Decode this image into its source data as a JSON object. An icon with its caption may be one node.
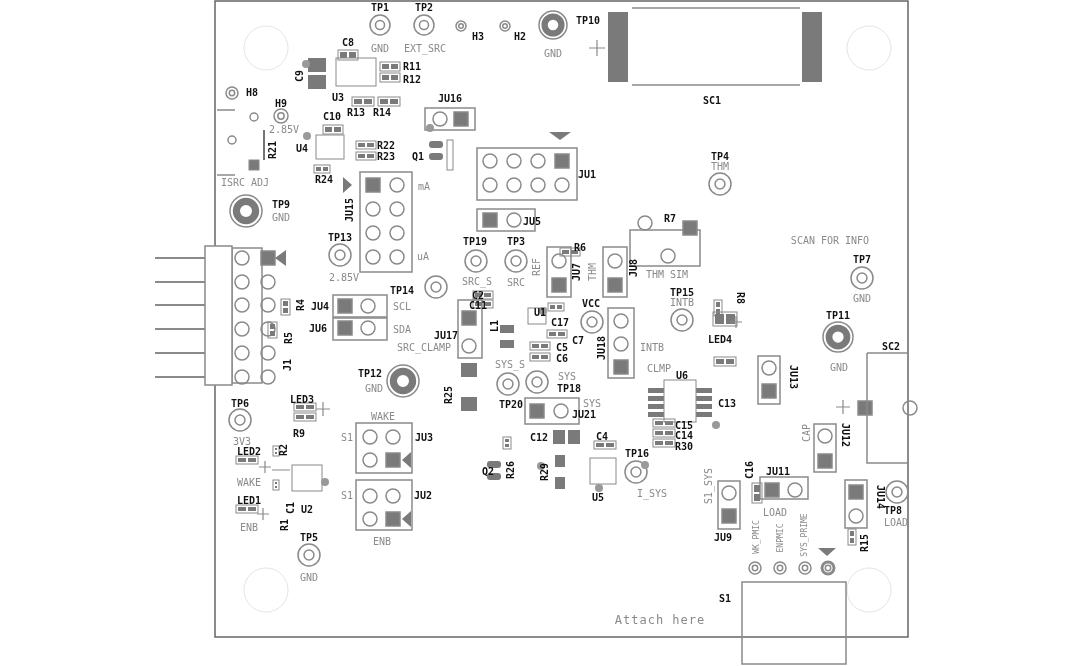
{
  "diagram": {
    "labels": [
      "TP1",
      "TP2",
      "TP10",
      "GND",
      "EXT_SRC",
      "H3",
      "H2",
      "GND",
      "C8",
      "C9",
      "R11",
      "R12",
      "U3",
      "R13",
      "R14",
      "JU16",
      "H8",
      "H9",
      "C10",
      "2.85V",
      "U4",
      "R22",
      "R23",
      "Q1",
      "R21",
      "ISRC ADJ",
      "R24",
      "mA",
      "JU15",
      "TP9",
      "GND",
      "JU1",
      "SC1",
      "TP4",
      "THM",
      "JU5",
      "R7",
      "TP13",
      "2.85V",
      "uA",
      "TP19",
      "TP3",
      "SCAN FOR INFO",
      "SRC_S",
      "SRC",
      "REF",
      "R6",
      "JU7",
      "THM",
      "JU8",
      "THM SIM",
      "TP7",
      "GND",
      "TP14",
      "SCL",
      "SDA",
      "JU4",
      "JU6",
      "R4",
      "R5",
      "J1",
      "C2",
      "C11",
      "U1",
      "VCC",
      "TP15",
      "INTB",
      "R8",
      "LED4",
      "TP11",
      "GND",
      "SC2",
      "JU17",
      "SRC_CLAMP",
      "L1",
      "C17",
      "C7",
      "C5",
      "C6",
      "INTB",
      "JU18",
      "CLMP",
      "TP12",
      "GND",
      "SYS_S",
      "SYS",
      "TP18",
      "U6",
      "C13",
      "JU13",
      "TP20",
      "SYS",
      "JU21",
      "R25",
      "TP6",
      "LED3",
      "R9",
      "3V3",
      "WAKE",
      "S1",
      "JU3",
      "C15",
      "C14",
      "R30",
      "CAP",
      "JU12",
      "C12",
      "C4",
      "LED2",
      "R2",
      "WAKE",
      "Q2",
      "R26",
      "R29",
      "TP16",
      "U5",
      "I_SYS",
      "C16",
      "JU11",
      "S1_SYS",
      "LOAD",
      "JU14",
      "TP8",
      "LOAD",
      "LED1",
      "C1",
      "U2",
      "R1",
      "S1",
      "JU2",
      "ENB",
      "ENB",
      "JU9",
      "R15",
      "WK_PMIC",
      "ENPMIC",
      "SYS_PRIME",
      "TP5",
      "GND",
      "S1",
      "Attach here"
    ]
  }
}
